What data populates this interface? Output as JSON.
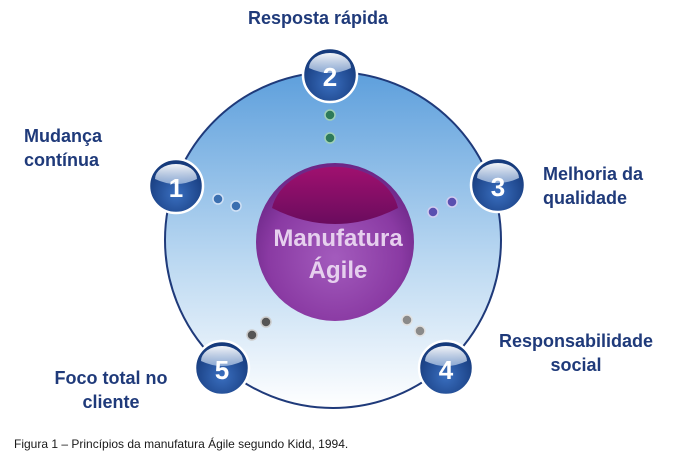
{
  "center": {
    "line1": "Manufatura",
    "line2": "Ágile"
  },
  "principles": [
    {
      "number": "1",
      "label_lines": [
        "Mudança",
        "contínua"
      ]
    },
    {
      "number": "2",
      "label_lines": [
        "Resposta rápida"
      ]
    },
    {
      "number": "3",
      "label_lines": [
        "Melhoria da",
        "qualidade"
      ]
    },
    {
      "number": "4",
      "label_lines": [
        "Responsabilidade",
        "social"
      ]
    },
    {
      "number": "5",
      "label_lines": [
        "Foco total no",
        "cliente"
      ]
    }
  ],
  "caption": "Figura 1 – Princípios da manufatura Ágile segundo Kidd, 1994.",
  "colors": {
    "label_text": "#1f3a7a",
    "node_fill": "#1f4f9a",
    "center_fill": "#7a2a8c",
    "outer_ring_top": "#6aa8e0"
  }
}
